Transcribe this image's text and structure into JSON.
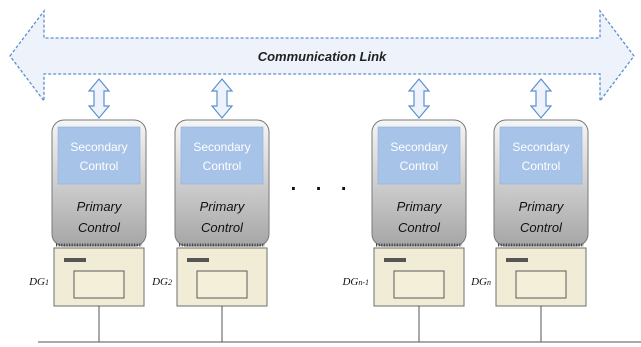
{
  "communication_link": {
    "label": "Communication Link"
  },
  "units": [
    {
      "secondary": [
        "Secondary",
        "Control"
      ],
      "primary": [
        "Primary",
        "Control"
      ],
      "dg": {
        "main": "DG",
        "sub": "1"
      }
    },
    {
      "secondary": [
        "Secondary",
        "Control"
      ],
      "primary": [
        "Primary",
        "Control"
      ],
      "dg": {
        "main": "DG",
        "sub": "2"
      }
    },
    {
      "secondary": [
        "Secondary",
        "Control"
      ],
      "primary": [
        "Primary",
        "Control"
      ],
      "dg": {
        "main": "DG",
        "sub": "n-1"
      }
    },
    {
      "secondary": [
        "Secondary",
        "Control"
      ],
      "primary": [
        "Primary",
        "Control"
      ],
      "dg": {
        "main": "DG",
        "sub": "n"
      }
    }
  ],
  "ellipsis": ". . .",
  "colors": {
    "link_fill": "#eef3fb",
    "link_stroke": "#5b8fd0",
    "secondary_fill": "#a7c3e7",
    "primary_top": "#f4f4f4",
    "primary_bottom": "#a6a6a6",
    "dg_fill": "#f1ecd6"
  }
}
